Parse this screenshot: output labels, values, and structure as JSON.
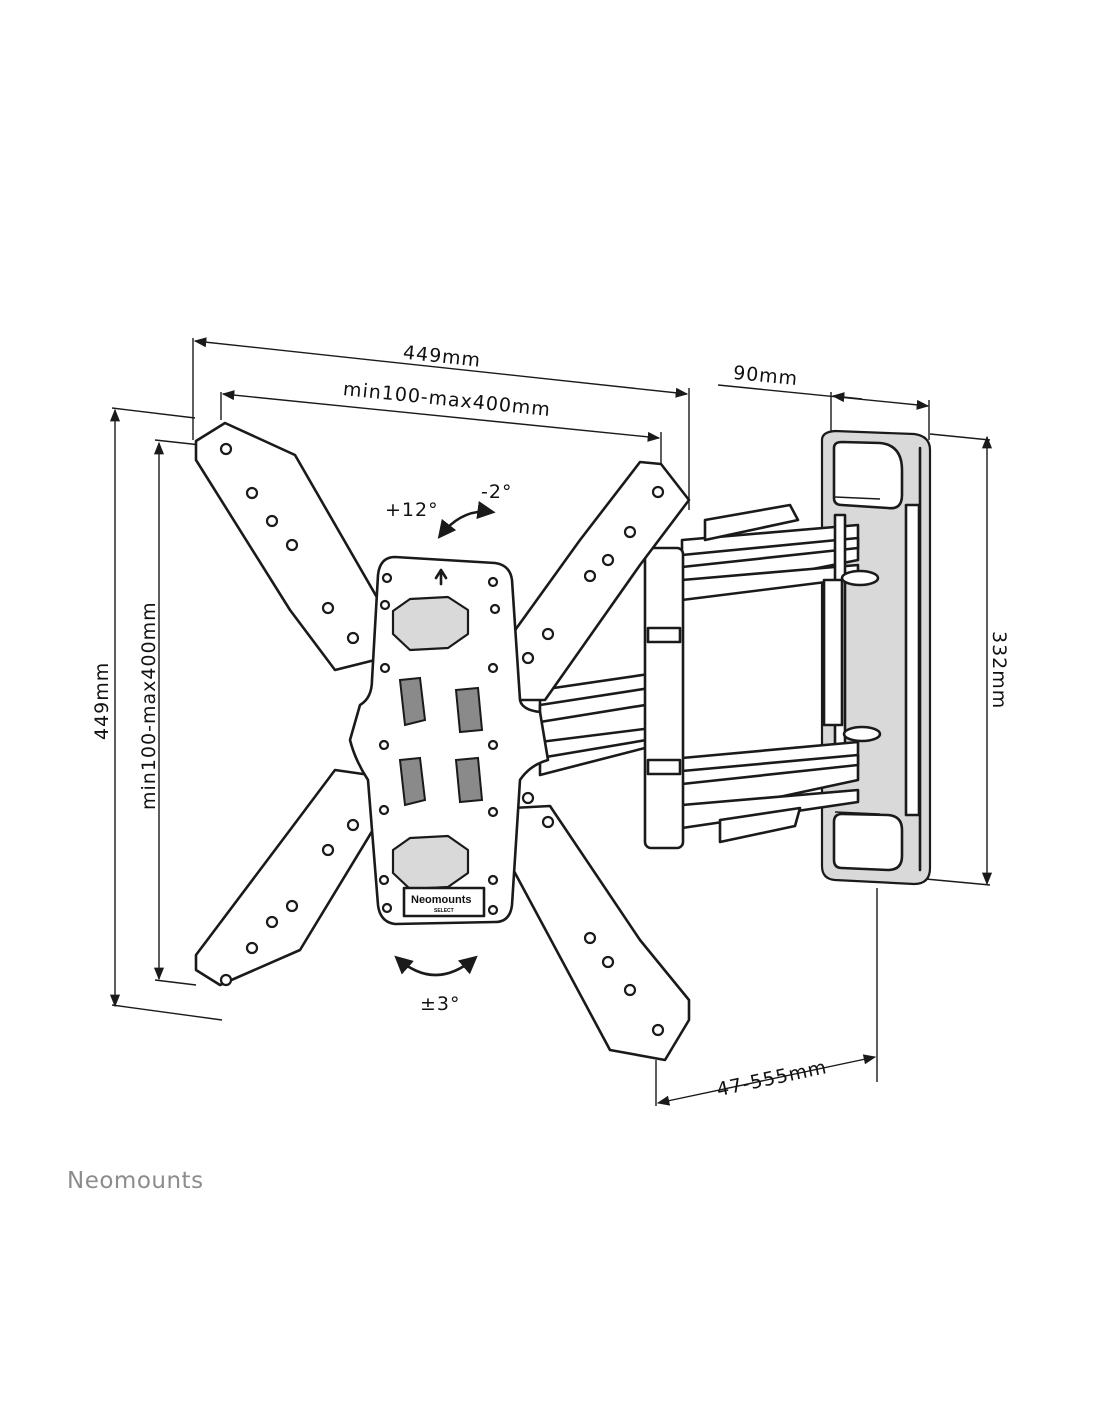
{
  "dimensions": {
    "overall_width": "449mm",
    "vesa_width": "min100-max400mm",
    "wall_plate_depth": "90mm",
    "overall_height": "449mm",
    "vesa_height": "min100-max400mm",
    "wall_plate_height": "332mm",
    "extension": "47-555mm"
  },
  "angles": {
    "tilt_up": "+12°",
    "tilt_down": "-2°",
    "rotation": "±3°"
  },
  "plate": {
    "brand": "Neomounts",
    "sub": "SELECT"
  },
  "logo": "Neomounts"
}
